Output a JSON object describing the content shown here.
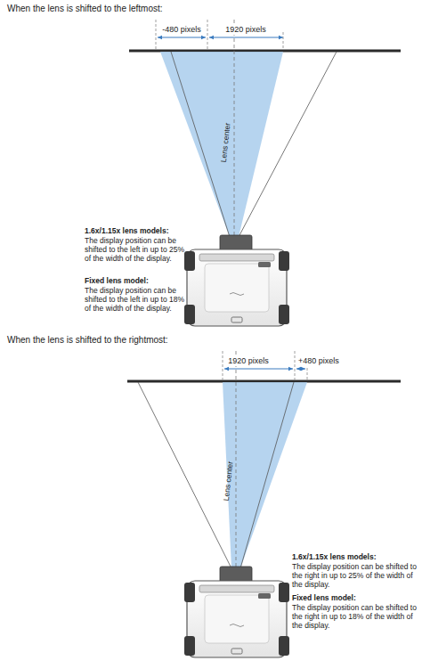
{
  "diagram": {
    "labels": [
      "When the lens is shifted to the leftmost:",
      "-480 pixels",
      "1920 pixels",
      "Lens center",
      "1.6x/1.15x lens models:",
      "The display position can be shifted to the left in up to 25% of the width of the display.",
      "Fixed lens model:",
      "The display position can be shifted to the left in up to 18% of the width of the display.",
      "When the lens is shifted to the rightmost:",
      "1920 pixels",
      "+480 pixels",
      "Lens center",
      "1.6x/1.15x lens models:",
      "The display position can be shifted to the right in up to 25% of the width of the display.",
      "Fixed lens model:",
      "The display position can be shifted to the right in up to 18% of the width of the display."
    ]
  }
}
